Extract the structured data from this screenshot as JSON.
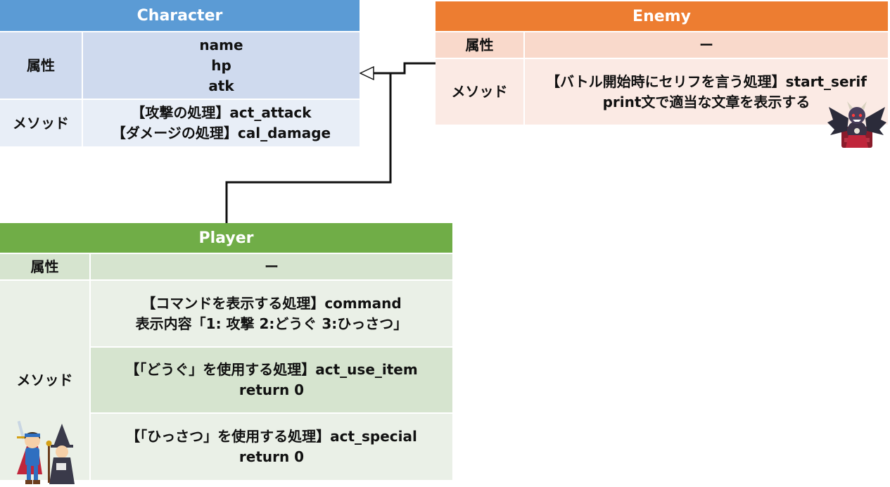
{
  "character": {
    "title": "Character",
    "attr_label": "属性",
    "attributes": [
      "name",
      "hp",
      "atk"
    ],
    "method_label": "メソッド",
    "methods": [
      "【攻撃の処理】act_attack",
      "【ダメージの処理】cal_damage"
    ]
  },
  "enemy": {
    "title": "Enemy",
    "attr_label": "属性",
    "attr_value": "ー",
    "method_label": "メソッド",
    "methods": [
      "【バトル開始時にセリフを言う処理】start_serif",
      "print文で適当な文章を表示する"
    ]
  },
  "player": {
    "title": "Player",
    "attr_label": "属性",
    "attr_value": "ー",
    "method_label": "メソッド",
    "methods": [
      {
        "line1": "【コマンドを表示する処理】command",
        "line2": "表示内容「1: 攻撃 2:どうぐ 3:ひっさつ」"
      },
      {
        "line1": "【「どうぐ」を使用する処理】act_use_item",
        "line2": "return 0"
      },
      {
        "line1": "【「ひっさつ」を使用する処理】act_special",
        "line2": "return 0"
      }
    ]
  },
  "colors": {
    "character_header": "#5b9bd5",
    "enemy_header": "#ed7d31",
    "player_header": "#70ad47"
  },
  "illustrations": {
    "enemy": "demon-king-on-throne",
    "player": "hero-and-wizard"
  }
}
